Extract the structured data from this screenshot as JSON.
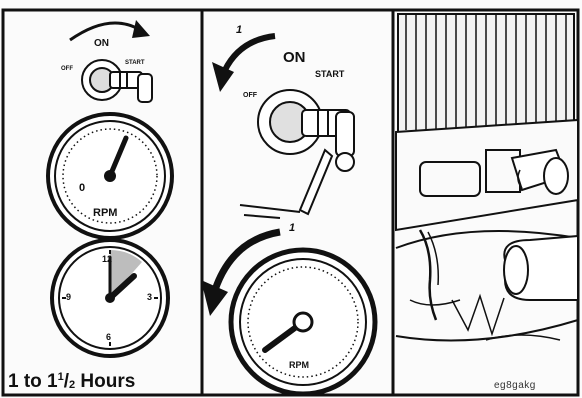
{
  "panel1": {
    "switch_on": "ON",
    "switch_off": "OFF",
    "switch_start": "START",
    "tach_zero": "0",
    "tach_label": "RPM",
    "clock_12": "12",
    "clock_3": "3",
    "clock_6": "6",
    "clock_9": "9",
    "caption_lead": "1 to 1",
    "caption_num": "1",
    "caption_den": "2",
    "caption_tail": " Hours"
  },
  "panel2": {
    "step_top": "1",
    "step_mid": "1",
    "switch_on": "ON",
    "switch_off": "OFF",
    "switch_start": "START",
    "tach_label": "RPM"
  },
  "panel3": {
    "code": "eg8gakg"
  }
}
